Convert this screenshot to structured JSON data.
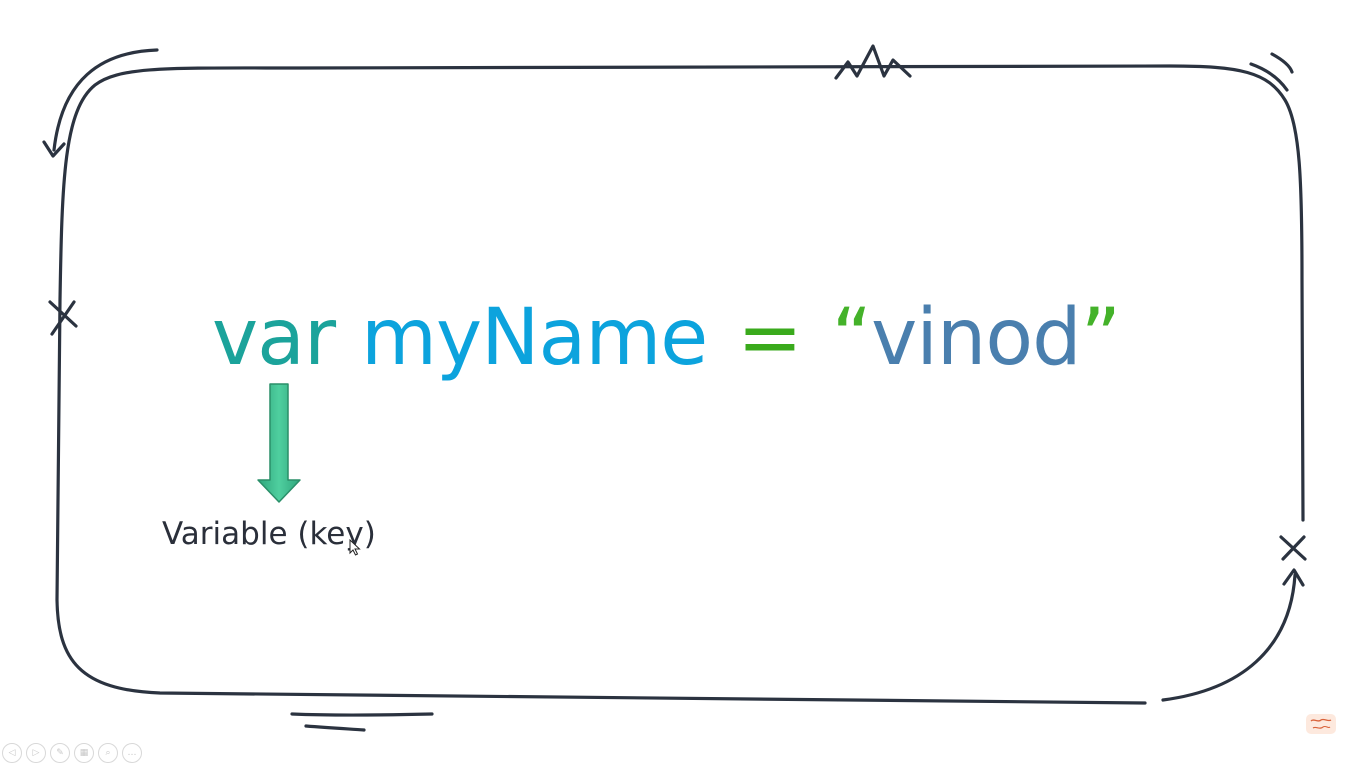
{
  "slide": {
    "code": {
      "keyword": "var",
      "identifier": "myName",
      "operator": "=",
      "open_quote": "“",
      "string_value": "vinod",
      "close_quote": "”"
    },
    "annotation": "Variable (key)"
  },
  "colors": {
    "keyword": "#1ba39b",
    "identifier": "#0ca3dd",
    "operator": "#3aaa1c",
    "quotes": "#44b22a",
    "string_value": "#4a7fae",
    "arrow": "#3dbb8e",
    "frame": "#2b3340"
  },
  "player_controls": [
    {
      "icon": "previous-icon",
      "glyph": "◁"
    },
    {
      "icon": "next-icon",
      "glyph": "▷"
    },
    {
      "icon": "pen-icon",
      "glyph": "✎"
    },
    {
      "icon": "slides-grid-icon",
      "glyph": "▦"
    },
    {
      "icon": "zoom-icon",
      "glyph": "⌕"
    },
    {
      "icon": "more-options-icon",
      "glyph": "…"
    }
  ],
  "watermark": {
    "icon": "channel-logo-icon"
  }
}
